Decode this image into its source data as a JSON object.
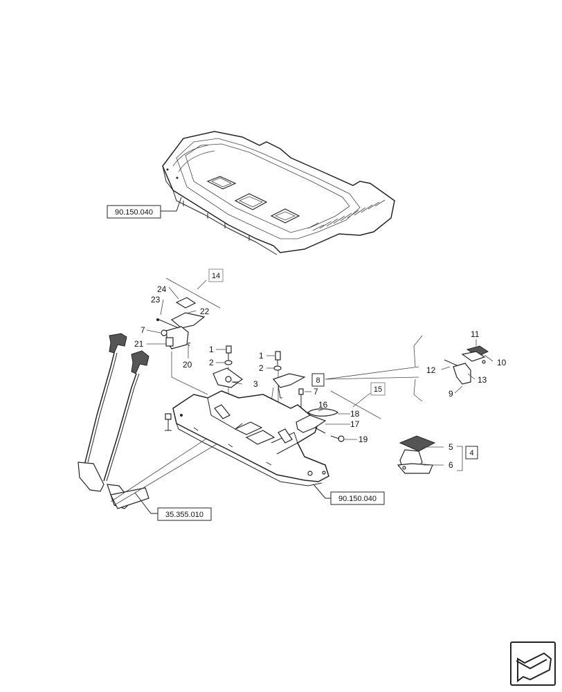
{
  "references": {
    "top_panel": "90.150.040",
    "floor_plate": "90.150.040",
    "lever_link": "35.355.010"
  },
  "callouts": {
    "c14": "14",
    "c8": "8",
    "c15": "15",
    "c4": "4"
  },
  "parts": {
    "p1a": "1",
    "p2a": "2",
    "p1b": "1",
    "p2b": "2",
    "p3": "3",
    "p7a": "7",
    "p7b": "7",
    "p21": "21",
    "p20": "20",
    "p22": "22",
    "p23": "23",
    "p24": "24",
    "p16": "16",
    "p17": "17",
    "p18": "18",
    "p19": "19",
    "p5": "5",
    "p6": "6",
    "p9": "9",
    "p10": "10",
    "p11": "11",
    "p12": "12",
    "p13": "13"
  }
}
